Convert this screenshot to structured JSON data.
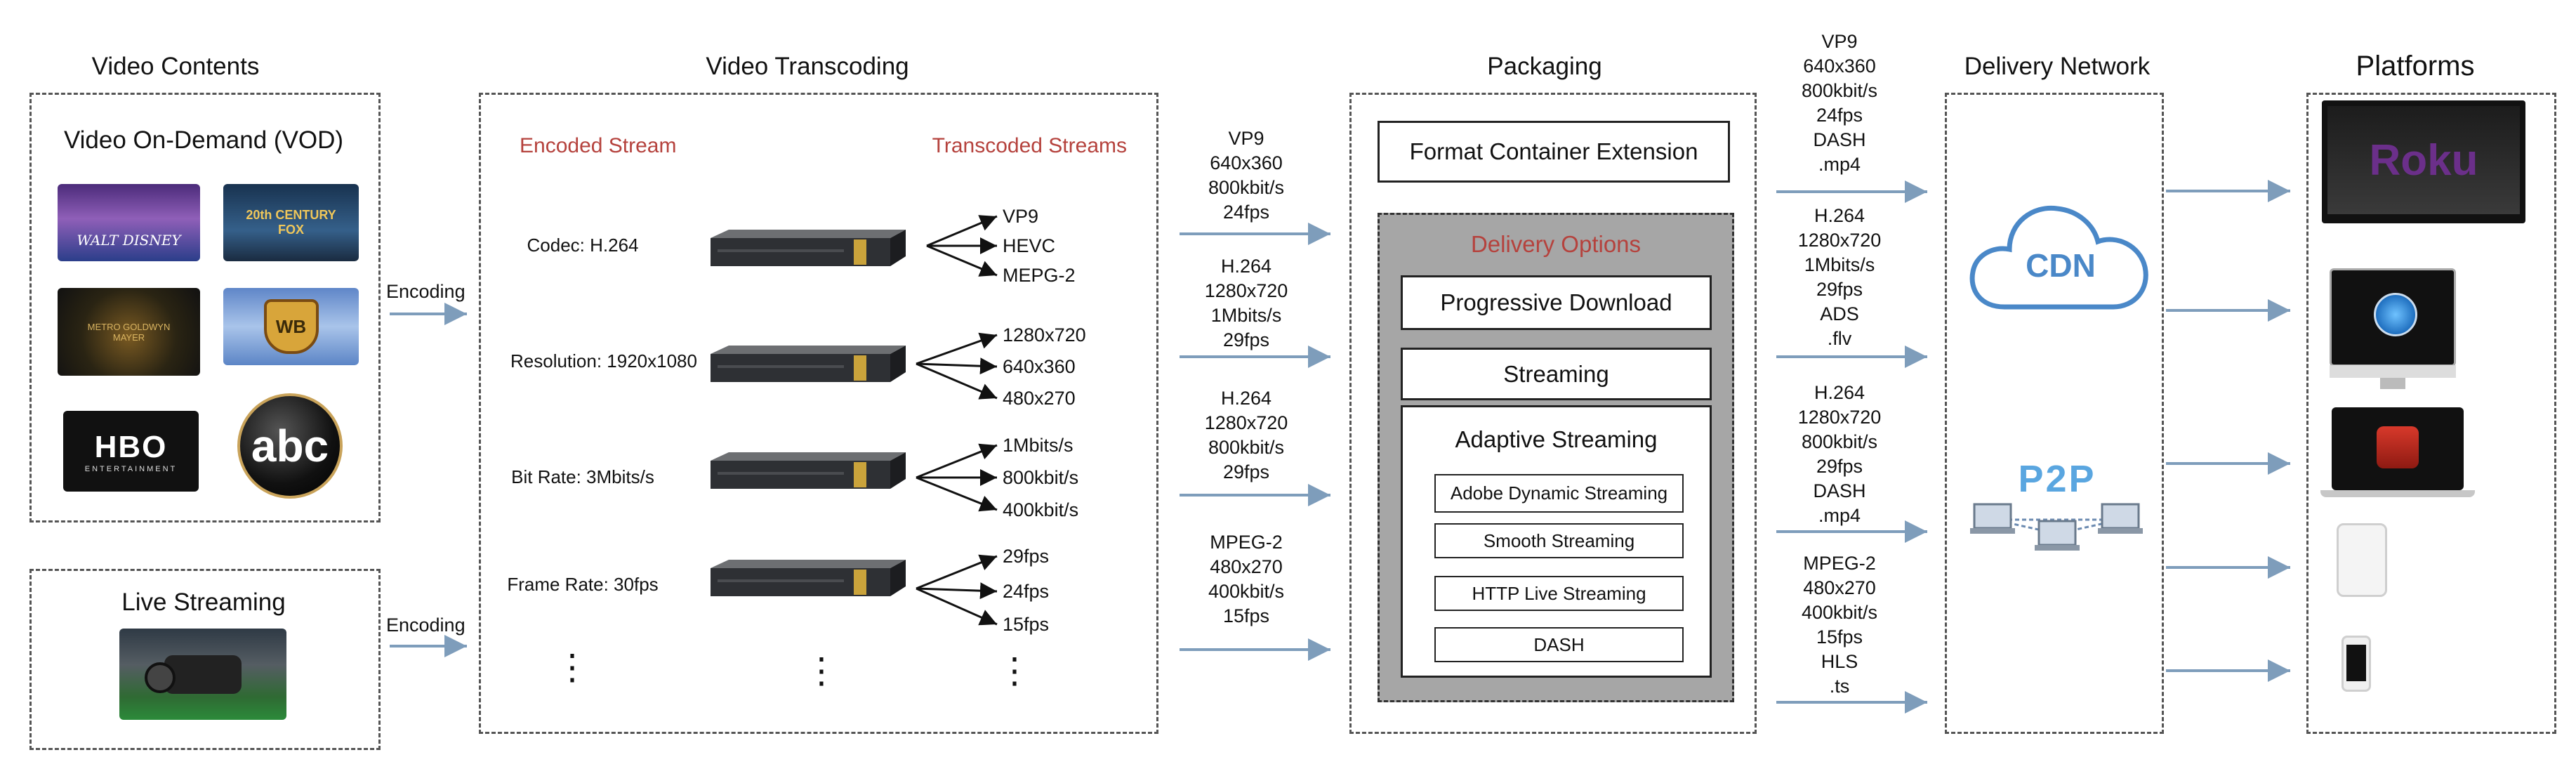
{
  "columns": {
    "video_contents": "Video Contents",
    "video_transcoding": "Video Transcoding",
    "packaging": "Packaging",
    "delivery_network": "Delivery Network",
    "platforms": "Platforms"
  },
  "vod": {
    "title": "Video On-Demand (VOD)",
    "logos": [
      "WALT DISNEY",
      "20th CENTURY FOX",
      "METRO GOLDWYN MAYER",
      "WB",
      "HBO",
      "abc"
    ],
    "hbo_sub": "ENTERTAINMENT"
  },
  "live": {
    "title": "Live Streaming"
  },
  "encoding_labels": [
    "Encoding",
    "Encoding"
  ],
  "transcoding": {
    "encoded_header": "Encoded Stream",
    "transcoded_header": "Transcoded Streams",
    "rows": [
      {
        "input": "Codec: H.264",
        "outputs": [
          "VP9",
          "HEVC",
          "MEPG-2"
        ]
      },
      {
        "input": "Resolution: 1920x1080",
        "outputs": [
          "1280x720",
          "640x360",
          "480x270"
        ]
      },
      {
        "input": "Bit Rate: 3Mbits/s",
        "outputs": [
          "1Mbits/s",
          "800kbit/s",
          "400kbit/s"
        ]
      },
      {
        "input": "Frame Rate: 30fps",
        "outputs": [
          "29fps",
          "24fps",
          "15fps"
        ]
      }
    ],
    "ellipsis": "⋮"
  },
  "trans_to_pack": [
    [
      "VP9",
      "640x360",
      "800kbit/s",
      "24fps"
    ],
    [
      "H.264",
      "1280x720",
      "1Mbits/s",
      "29fps"
    ],
    [
      "H.264",
      "1280x720",
      "800kbit/s",
      "29fps"
    ],
    [
      "MPEG-2",
      "480x270",
      "400kbit/s",
      "15fps"
    ]
  ],
  "packaging": {
    "format_container": "Format Container Extension",
    "delivery_options_title": "Delivery Options",
    "progressive": "Progressive Download",
    "streaming": "Streaming",
    "adaptive_title": "Adaptive Streaming",
    "adaptive_items": [
      "Adobe Dynamic Streaming",
      "Smooth Streaming",
      "HTTP Live Streaming",
      "DASH"
    ]
  },
  "pack_to_delivery": [
    [
      "VP9",
      "640x360",
      "800kbit/s",
      "24fps",
      "DASH",
      ".mp4"
    ],
    [
      "H.264",
      "1280x720",
      "1Mbits/s",
      "29fps",
      "ADS",
      ".flv"
    ],
    [
      "H.264",
      "1280x720",
      "800kbit/s",
      "29fps",
      "DASH",
      ".mp4"
    ],
    [
      "MPEG-2",
      "480x270",
      "400kbit/s",
      "15fps",
      "HLS",
      ".ts"
    ]
  ],
  "delivery": {
    "cdn": "CDN",
    "p2p": "P2P"
  },
  "platforms": {
    "roku": "Roku"
  },
  "colors": {
    "arrow": "#7e9dbb",
    "cdn": "#4a88c8",
    "accent_red": "#b5423d"
  }
}
